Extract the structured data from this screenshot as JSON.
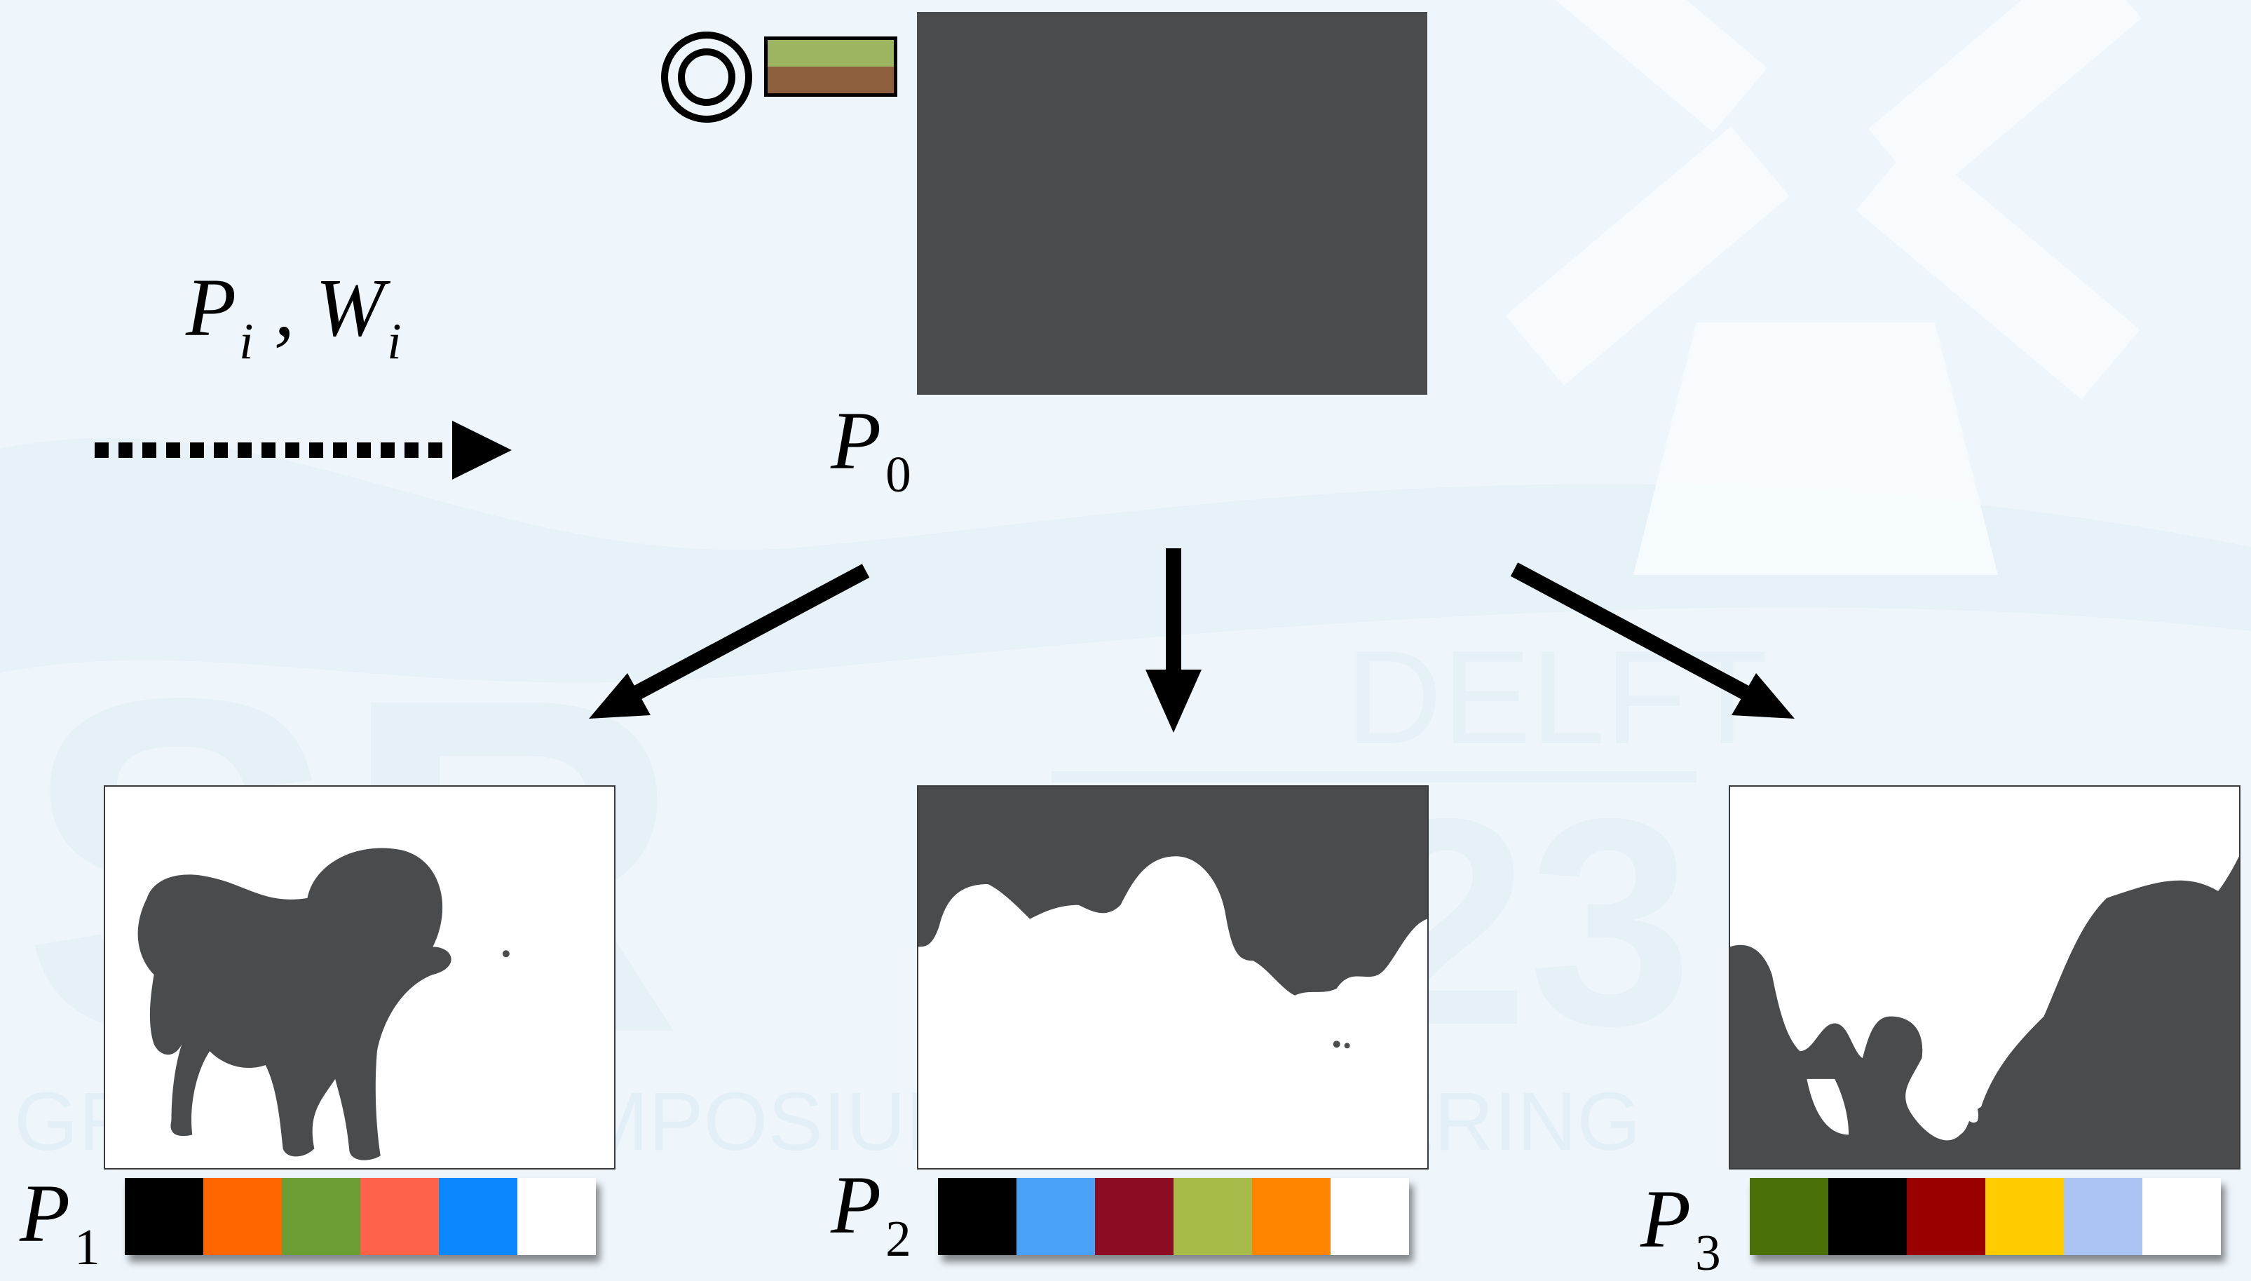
{
  "legend": {
    "label_p": "P",
    "label_p_sub": "i",
    "label_sep": ",",
    "label_w": "W",
    "label_w_sub": "i"
  },
  "nodes": [
    {
      "id": "p0",
      "letter": "P",
      "sub": "0"
    },
    {
      "id": "p1",
      "letter": "P",
      "sub": "1",
      "palette": [
        "#000000",
        "#ff6600",
        "#6a9e34",
        "#fe6349",
        "#0c88ff",
        "#ffffff"
      ]
    },
    {
      "id": "p2",
      "letter": "P",
      "sub": "2",
      "palette": [
        "#000000",
        "#4aa2f8",
        "#8c0c24",
        "#a6bb4a",
        "#ff8400",
        "#ffffff"
      ]
    },
    {
      "id": "p3",
      "letter": "P",
      "sub": "3",
      "palette": [
        "#4a7008",
        "#000000",
        "#9b0000",
        "#ffcc00",
        "#aac4f4",
        "#ffffff"
      ]
    }
  ],
  "root_swatch": [
    "#9db561",
    "#8d5f3c"
  ],
  "watermark": {
    "big_letters": "SR",
    "city": "DELFT",
    "year": "2023",
    "tagline": "GRAPHICS SYMPOSIUM ON RENDERING"
  },
  "colors": {
    "mask_fill": "#4a4b4d",
    "background": "#eef6fb",
    "watermark": "#e3eff7"
  }
}
